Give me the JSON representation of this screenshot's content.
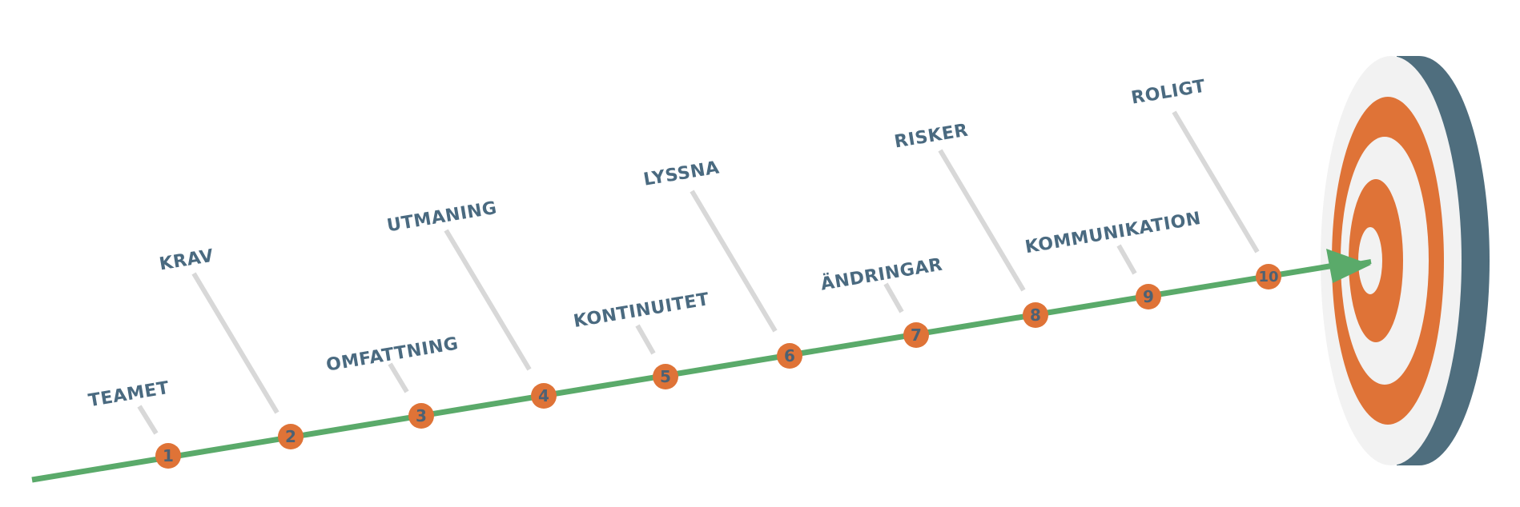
{
  "colors": {
    "track": "#5aaa6a",
    "node": "#df7337",
    "node_text": "#4d6173",
    "label": "#4a6a80",
    "connector": "#d8d8d8",
    "target_face": "#f2f2f2",
    "target_ring": "#df7337",
    "target_side": "#4f6e7e"
  },
  "milestones": [
    {
      "number": "1",
      "label": "TEAMET"
    },
    {
      "number": "2",
      "label": "KRAV"
    },
    {
      "number": "3",
      "label": "OMFATTNING"
    },
    {
      "number": "4",
      "label": "UTMANING"
    },
    {
      "number": "5",
      "label": "KONTINUITET"
    },
    {
      "number": "6",
      "label": "LYSSNA"
    },
    {
      "number": "7",
      "label": "ÄNDRINGAR"
    },
    {
      "number": "8",
      "label": "RISKER"
    },
    {
      "number": "9",
      "label": "KOMMUNIKATION"
    },
    {
      "number": "10",
      "label": "ROLIGT"
    }
  ],
  "target": {
    "icon": "bullseye-target-icon"
  },
  "arrow": {
    "icon": "arrow-head-icon"
  }
}
